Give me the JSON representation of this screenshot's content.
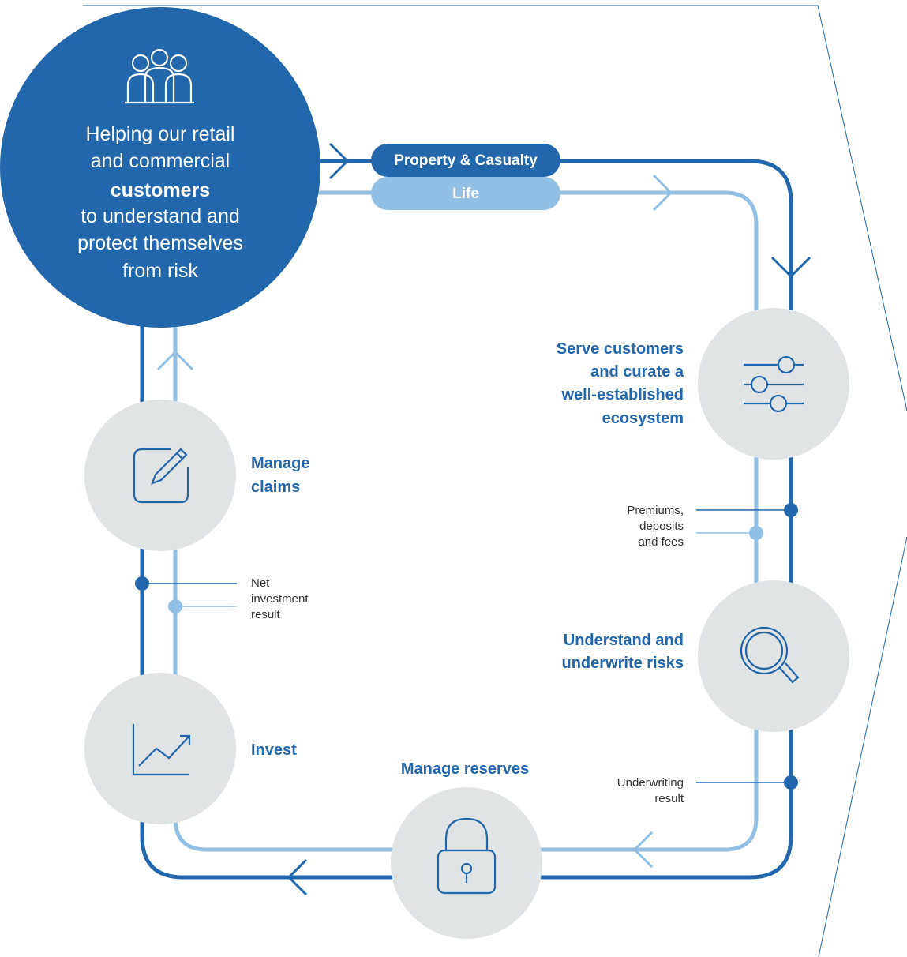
{
  "colors": {
    "dark_blue": "#2266ab",
    "light_blue": "#92bfe4",
    "node_gray": "#e1e4e5",
    "frame_line": "#2266ab",
    "hub_text": "#ffffff",
    "label_text": "#333333"
  },
  "hub": {
    "icon": "people-group-icon",
    "line1": "Helping our retail",
    "line2": "and commercial",
    "line3_bold": "customers",
    "line4": "to understand and",
    "line5": "protect themselves",
    "line6": "from risk"
  },
  "flows": {
    "property_casualty": "Property & Casualty",
    "life": "Life"
  },
  "steps": {
    "serve": {
      "icon": "sliders-icon",
      "lines": [
        "Serve customers",
        "and curate a",
        "well-established",
        "ecosystem"
      ]
    },
    "underwrite": {
      "icon": "magnifier-icon",
      "lines": [
        "Understand and",
        "underwrite risks"
      ]
    },
    "reserves": {
      "icon": "padlock-icon",
      "label": "Manage reserves"
    },
    "invest": {
      "icon": "growth-chart-icon",
      "label": "Invest"
    },
    "claims": {
      "icon": "edit-note-icon",
      "lines": [
        "Manage",
        "claims"
      ]
    }
  },
  "annotations": {
    "premiums": [
      "Premiums,",
      "deposits",
      "and fees"
    ],
    "underwriting": [
      "Underwriting",
      "result"
    ],
    "net_investment": [
      "Net",
      "investment",
      "result"
    ]
  }
}
